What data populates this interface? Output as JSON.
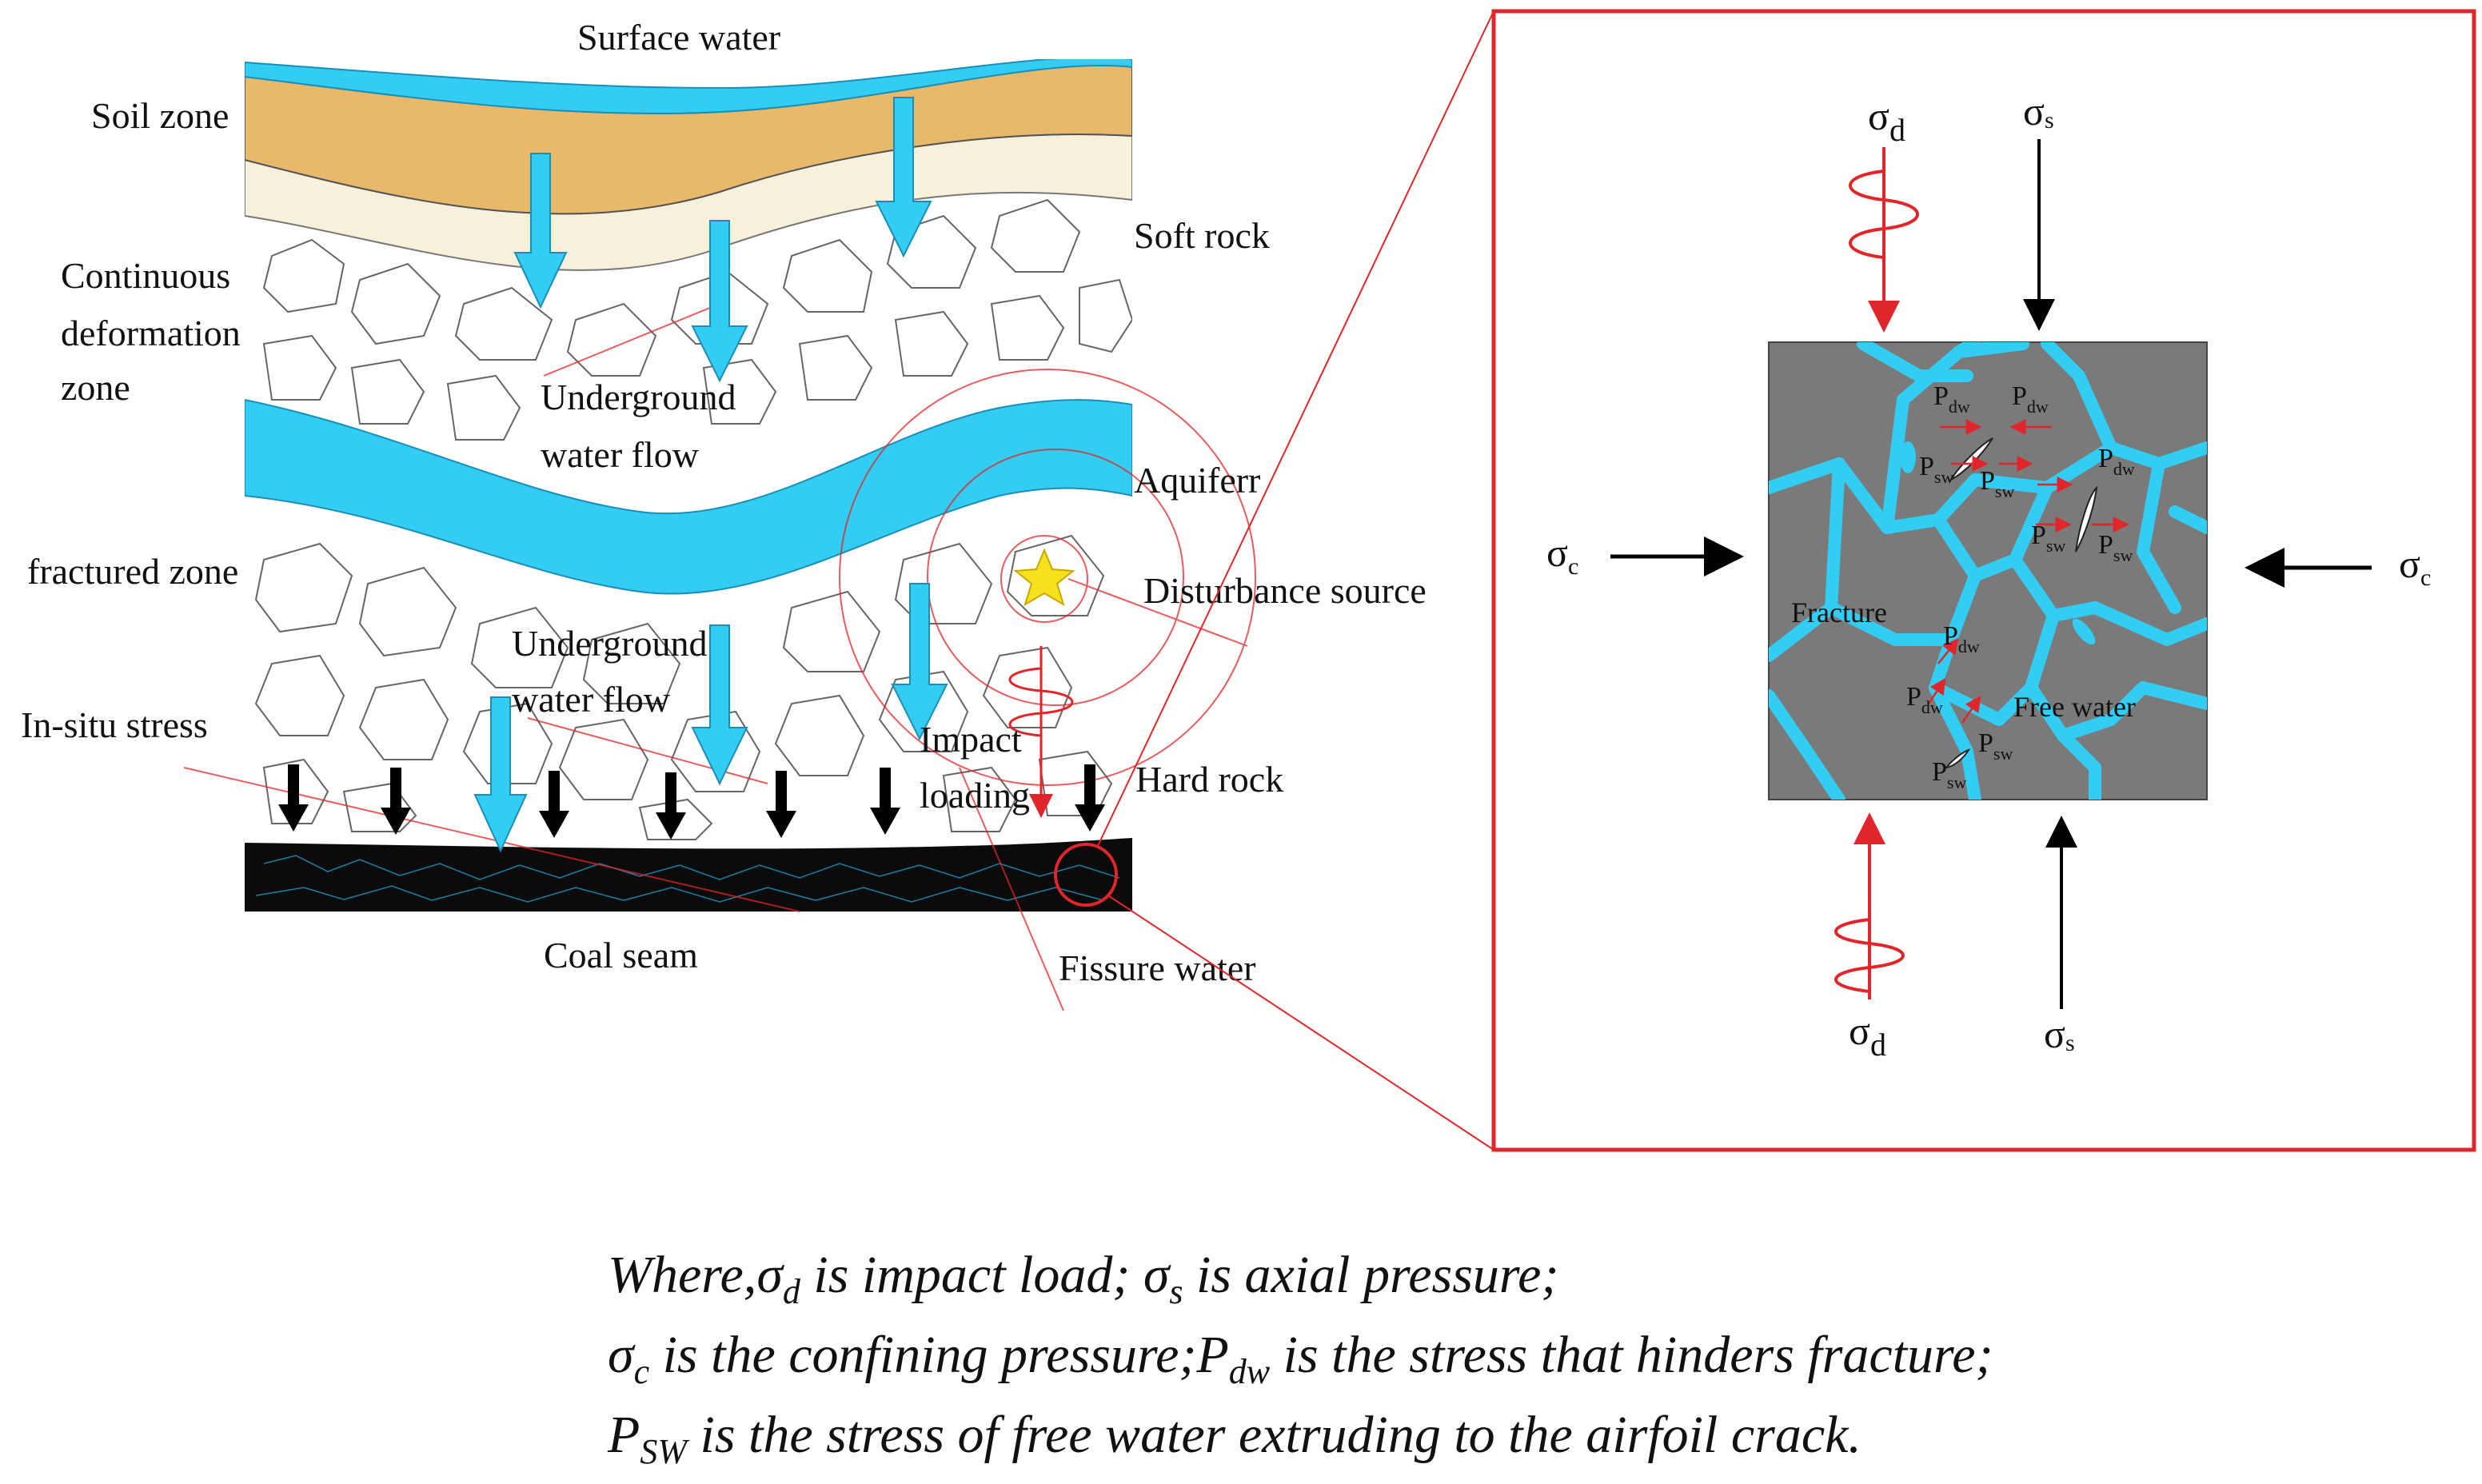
{
  "layer_labels": {
    "surface_water": "Surface water",
    "soil_zone": "Soil zone",
    "continuous_1": "Continuous",
    "continuous_2": "deformation",
    "continuous_3": "zone",
    "soft_rock": "Soft rock",
    "aquifer": "Aquiferr",
    "fractured_zone": "fractured zone",
    "disturbance_source": "Disturbance source",
    "in_situ_stress": "In-situ stress",
    "hard_rock": "Hard rock",
    "coal_seam": "Coal seam",
    "fissure_water": "Fissure water",
    "underground_flow_1a": "Underground",
    "underground_flow_1b": "water flow",
    "underground_flow_2a": "Underground",
    "underground_flow_2b": "water flow",
    "impact_1": "Impact",
    "impact_2": "loading"
  },
  "detail_labels": {
    "sigma": "σ",
    "sub_d": "d",
    "sub_s": "s",
    "sub_c": "c",
    "p": "P",
    "sub_dw": "dw",
    "sub_sw": "sw",
    "fracture": "Fracture",
    "free_water": "Free water"
  },
  "caption": {
    "l1_a": "Where,",
    "l1_sigma": "σ",
    "l1_d": "d",
    "l1_b": " is impact load; ",
    "l1_sigma2": "σ",
    "l1_s": "s",
    "l1_c": " is axial pressure;",
    "l2_sigma": "σ",
    "l2_c_sub": "c",
    "l2_a": " is the confining pressure;",
    "l2_p": "P",
    "l2_dw": "dw",
    "l2_b": " is the stress that hinders fracture;",
    "l3_p": "P",
    "l3_sw": "SW",
    "l3_a": " is the stress of free water extruding to the airfoil crack."
  },
  "colors": {
    "water": "#33ccf2",
    "soil": "#e8b86b",
    "soft_rock": "#f7f1dc",
    "coal": "#0b0b0b",
    "rock_sample": "#7a7a7a",
    "detail_border": "#e0262a",
    "force_red": "#e0262a"
  }
}
